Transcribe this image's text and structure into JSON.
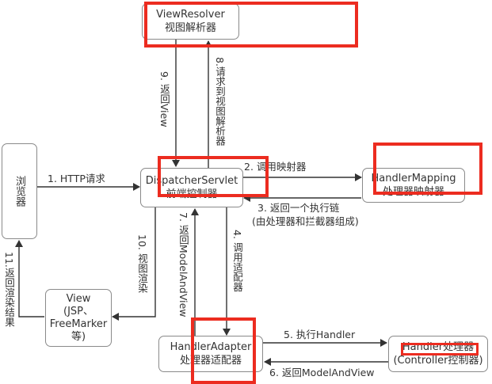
{
  "nodes": {
    "view_resolver": {
      "title": "ViewResolver",
      "subtitle": "视图解析器"
    },
    "dispatcher": {
      "title": "DispatcherServlet",
      "subtitle": "前端控制器"
    },
    "handler_mapping": {
      "title": "HandlerMapping",
      "subtitle": "处理器映射器"
    },
    "handler_adapter": {
      "title": "HandlerAdapter",
      "subtitle": "处理器适配器"
    },
    "handler": {
      "title": "Handler处理器",
      "subtitle": "(Controller控制器)"
    },
    "browser": {
      "title": "浏览器"
    },
    "view": {
      "line1": "View",
      "line2": "(JSP、",
      "line3": "FreeMarker",
      "line4": "等)"
    }
  },
  "steps": {
    "s1": "1. HTTP请求",
    "s2": "2. 调用映射器",
    "s3_line1": "3. 返回一个执行链",
    "s3_line2": "(由处理器和拦截器组成)",
    "s4": "4. 调用适配器",
    "s5": "5. 执行Handler",
    "s6": "6. 返回ModelAndView",
    "s7": "7. 返回ModelAndView",
    "s8": "8.请求到视图解析器",
    "s9": "9. 返回View",
    "s10": "10. 视图渲染",
    "s11": "11.返回渲染结果"
  },
  "colors": {
    "highlight": "#ec2c20",
    "line": "#333333",
    "border": "#8a8a8a"
  }
}
